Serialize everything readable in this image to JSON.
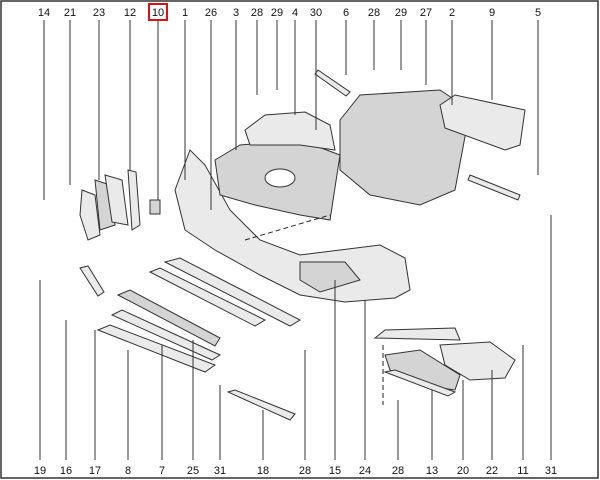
{
  "diagram": {
    "top_callouts": [
      "14",
      "21",
      "23",
      "12",
      "10",
      "1",
      "26",
      "3",
      "28",
      "29",
      "4",
      "30",
      "6",
      "28",
      "29",
      "27",
      "2",
      "9",
      "5"
    ],
    "bottom_callouts": [
      "19",
      "16",
      "17",
      "8",
      "7",
      "25",
      "31",
      "18",
      "28",
      "15",
      "24",
      "28",
      "13",
      "20",
      "22",
      "11",
      "31"
    ],
    "highlighted_callout": "10",
    "highlight_color": "#e01010"
  }
}
